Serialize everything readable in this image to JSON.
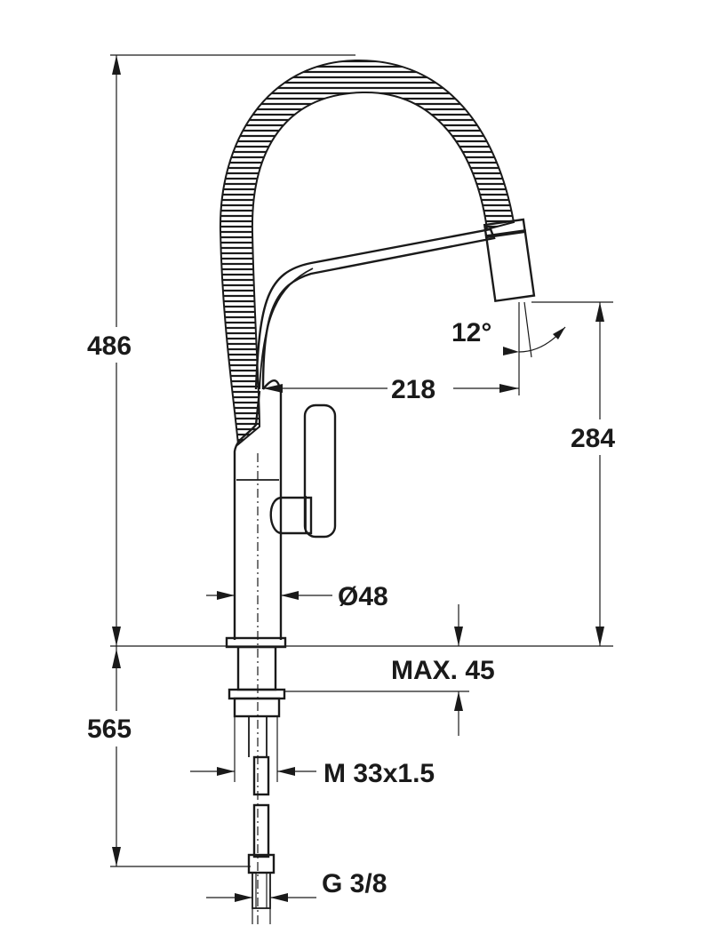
{
  "dimensions": {
    "total_height": "486",
    "spout_height": "284",
    "reach": "218",
    "angle": "12°",
    "body_diameter": "Ø48",
    "max_mount": "MAX. 45",
    "below_mount": "565",
    "thread": "M 33x1.5",
    "connection": "G 3/8"
  },
  "colors": {
    "ink": "#1a1a1a",
    "background": "#ffffff"
  }
}
